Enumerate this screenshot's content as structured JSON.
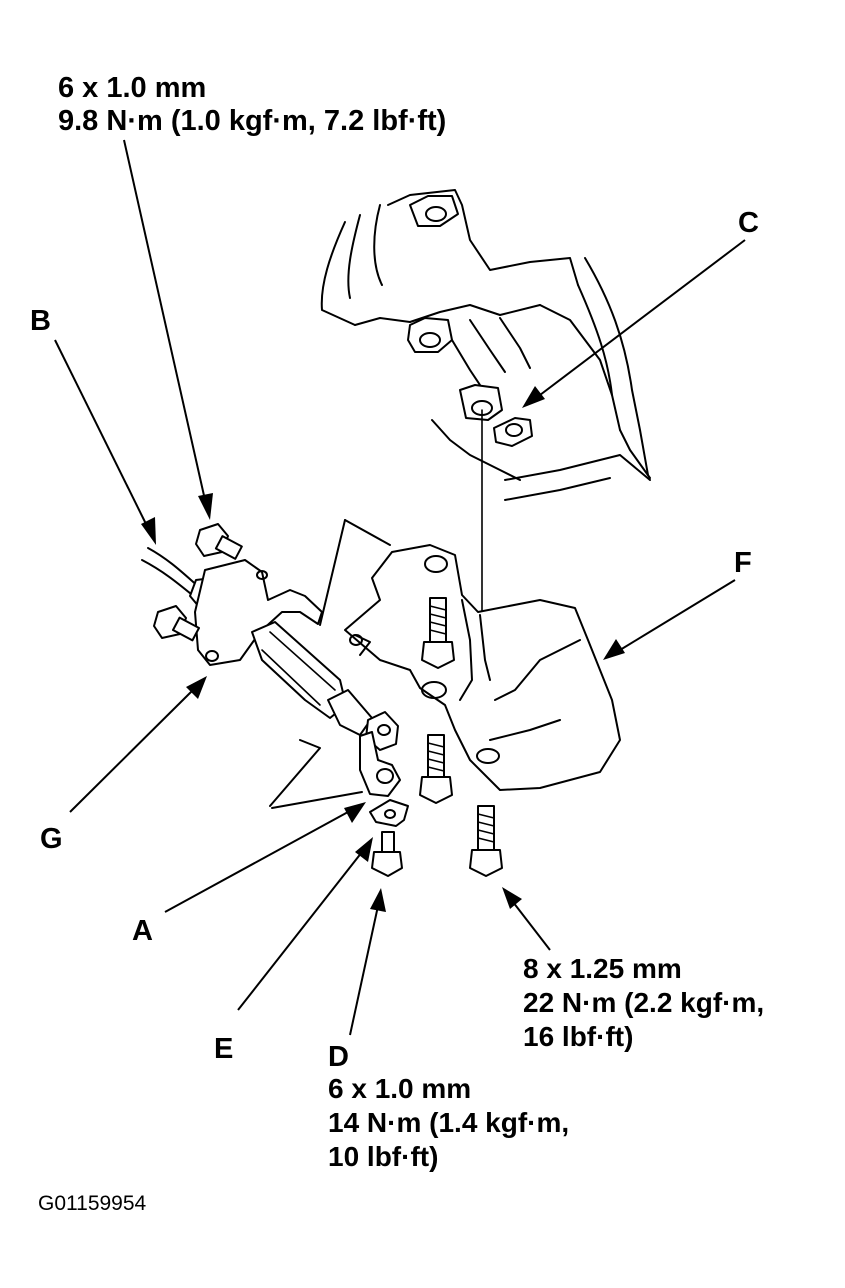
{
  "specs": {
    "top": {
      "line1": "6 x 1.0 mm",
      "line2": "9.8 N·m (1.0 kgf·m, 7.2 lbf·ft)"
    },
    "right": {
      "line1": "8 x 1.25 mm",
      "line2": "22 N·m (2.2 kgf·m,",
      "line3": "16 lbf·ft)"
    },
    "bottom": {
      "line1": "6 x 1.0 mm",
      "line2": "14 N·m (1.4 kgf·m,",
      "line3": "10 lbf·ft)"
    }
  },
  "callouts": {
    "a": "A",
    "b": "B",
    "c": "C",
    "d": "D",
    "e": "E",
    "f": "F",
    "g": "G"
  },
  "figure_code": "G01159954"
}
